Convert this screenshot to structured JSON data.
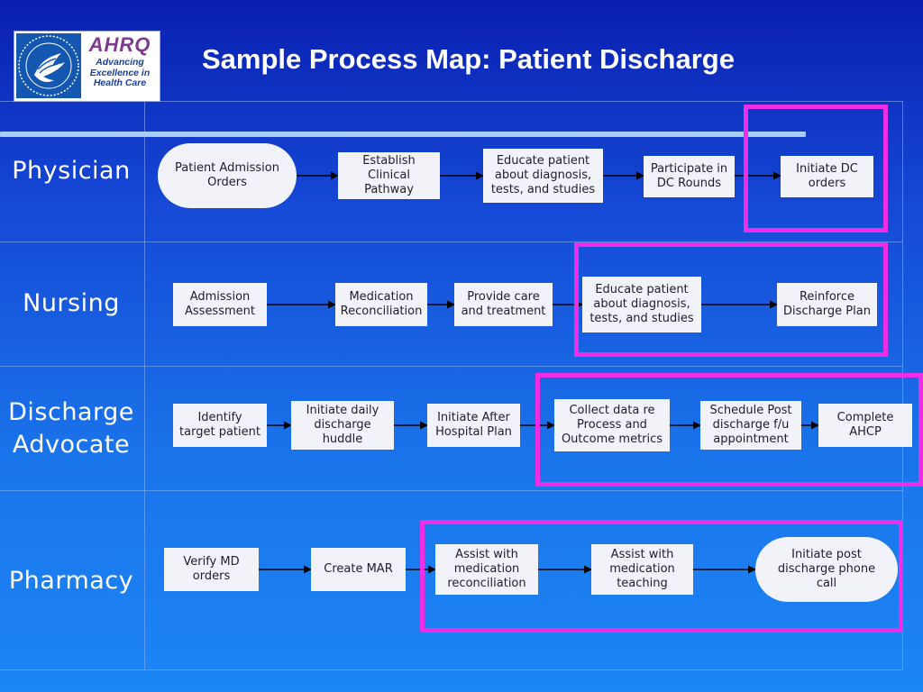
{
  "title": "Sample Process Map: Patient Discharge",
  "logo": {
    "ahrq_wordmark": "AHRQ",
    "ahrq_tagline": [
      "Advancing",
      "Excellence in",
      "Health Care"
    ],
    "seal_icon": "hhs-eagle-seal-icon"
  },
  "colors": {
    "highlight": "#ee2ee6",
    "box_fill": "#f2f3f8",
    "lane_text": "#ffffff"
  },
  "lanes": {
    "physician": {
      "label": "Physician",
      "steps": [
        "Patient Admission\nOrders",
        "Establish\nClinical\nPathway",
        "Educate patient\nabout diagnosis,\ntests, and studies",
        "Participate in\nDC Rounds",
        "Initiate DC\norders"
      ]
    },
    "nursing": {
      "label": "Nursing",
      "steps": [
        "Admission\nAssessment",
        "Medication\nReconciliation",
        "Provide care\nand treatment",
        "Educate patient\nabout diagnosis,\ntests, and studies",
        "Reinforce\nDischarge Plan"
      ]
    },
    "advocate": {
      "label": "Discharge\nAdvocate",
      "steps": [
        "Identify\ntarget patient",
        "Initiate daily\ndischarge\nhuddle",
        "Initiate After\nHospital Plan",
        "Collect data re\nProcess and\nOutcome metrics",
        "Schedule Post\ndischarge f/u\nappointment",
        "Complete\nAHCP"
      ]
    },
    "pharmacy": {
      "label": "Pharmacy",
      "steps": [
        "Verify MD\norders",
        "Create MAR",
        "Assist with\nmedication\nreconciliation",
        "Assist with\nmedication\nteaching",
        "Initiate post\ndischarge phone\ncall"
      ]
    }
  }
}
